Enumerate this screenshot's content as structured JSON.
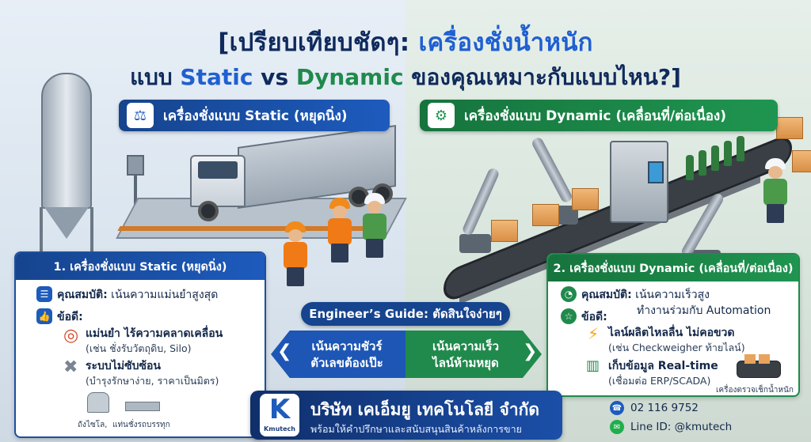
{
  "title": {
    "line1_prefix": "[เปรียบเทียบชัดๆ: ",
    "line1_highlight": "เครื่องชั่งน้ำหนัก",
    "line2_prefix": "แบบ ",
    "line2_static": "Static",
    "line2_vs": " vs ",
    "line2_dynamic": "Dynamic",
    "line2_suffix": " ของคุณเหมาะกับแบบไหน?]"
  },
  "banners": {
    "static": "เครื่องชั่งแบบ Static (หยุดนิ่ง)",
    "dynamic": "เครื่องชั่งแบบ Dynamic (เคลื่อนที่/ต่อเนื่อง)"
  },
  "static_panel": {
    "header": "1. เครื่องชั่งแบบ Static (หยุดนิ่ง)",
    "property_label": "คุณสมบัติ:",
    "property_value": " เน้นความแม่นยำสูงสุด",
    "pros_label": "ข้อดี:",
    "pro1_title": "แม่นยำ ไร้ความคลาดเคลื่อน",
    "pro1_detail": "(เช่น ชั่งรับวัตถุดิบ, Silo)",
    "pro2_title": "ระบบไม่ซับซ้อน",
    "pro2_detail": "(บำรุงรักษาง่าย, ราคาเป็นมิตร)",
    "icon1_caption": "ถังไซโล,",
    "icon2_caption": "แท่นชั่งรถบรรทุก"
  },
  "dynamic_panel": {
    "header": "2. เครื่องชั่งแบบ Dynamic (เคลื่อนที่/ต่อเนื่อง)",
    "property_label": "คุณสมบัติ:",
    "property_value_1": " เน้นความเร็วสูง",
    "property_value_2": "ทำงานร่วมกับ Automation",
    "pros_label": "ข้อดี:",
    "pro1_title": "ไลน์ผลิตไหลลื่น ไม่คอขวด",
    "pro1_detail": "(เช่น Checkweigher ท้ายไลน์)",
    "pro2_title": "เก็บข้อมูล Real-time",
    "pro2_detail": "(เชื่อมต่อ ERP/SCADA)",
    "icon_caption": "เครื่องตรวจเช็กน้ำหนัก"
  },
  "guide": {
    "title": "Engineer’s Guide: ตัดสินใจง่ายๆ",
    "left_line1": "เน้นความชัวร์",
    "left_line2": "ตัวเลขต้องเป๊ะ",
    "right_line1": "เน้นความเร็ว",
    "right_line2": "ไลน์ห้ามหยุด"
  },
  "company": {
    "logo_letter": "K",
    "logo_name": "Kmutech",
    "name": "บริษัท เคเอ็มยู เทคโนโลยี จำกัด",
    "tagline": "พร้อมให้คำปรึกษาและสนับสนุนสินค้าหลังการขาย"
  },
  "contact": {
    "phone": "02 116 9752",
    "line": "Line ID: @kmutech"
  },
  "colors": {
    "navy": "#16448e",
    "blue": "#1f5fd1",
    "green": "#1f8a4c"
  }
}
